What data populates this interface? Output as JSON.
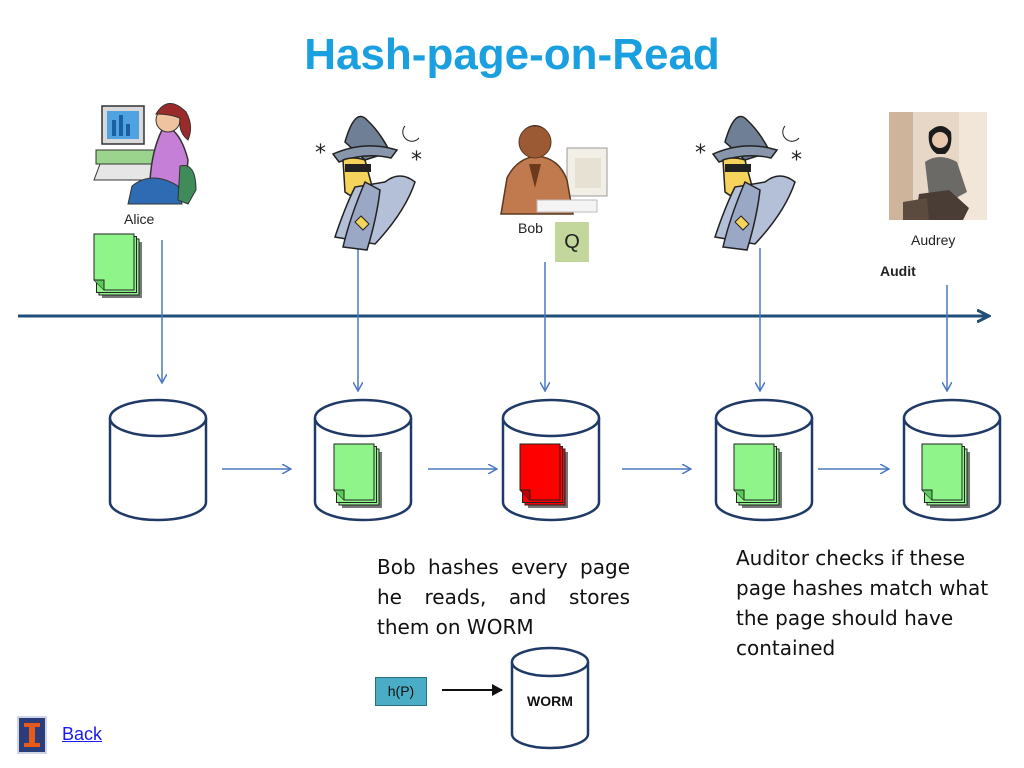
{
  "title": "Hash-page-on-Read",
  "actors": {
    "alice": "Alice",
    "bob": "Bob",
    "audrey": "Audrey",
    "audit": "Audit",
    "query": "Q"
  },
  "notes": {
    "bob_note": "Bob hashes every page he reads, and stores them on WORM",
    "auditor_note": "Auditor checks if these page hashes match what the page should have contained"
  },
  "worm": {
    "hash_label": "h(P)",
    "store_label": "WORM"
  },
  "nav": {
    "back_label": "Back"
  },
  "colors": {
    "title": "#1aa0e0",
    "timeline": "#1f4e79",
    "arrow": "#4a78c0",
    "page_good": "#8ff58a",
    "page_bad": "#ff0000",
    "query_box": "#c3d69b",
    "hash_box": "#4bacc6"
  },
  "icons": [
    "computer-user-icon",
    "hacker-icon",
    "worker-at-desk-icon",
    "woman-photo-icon",
    "university-logo-icon"
  ]
}
